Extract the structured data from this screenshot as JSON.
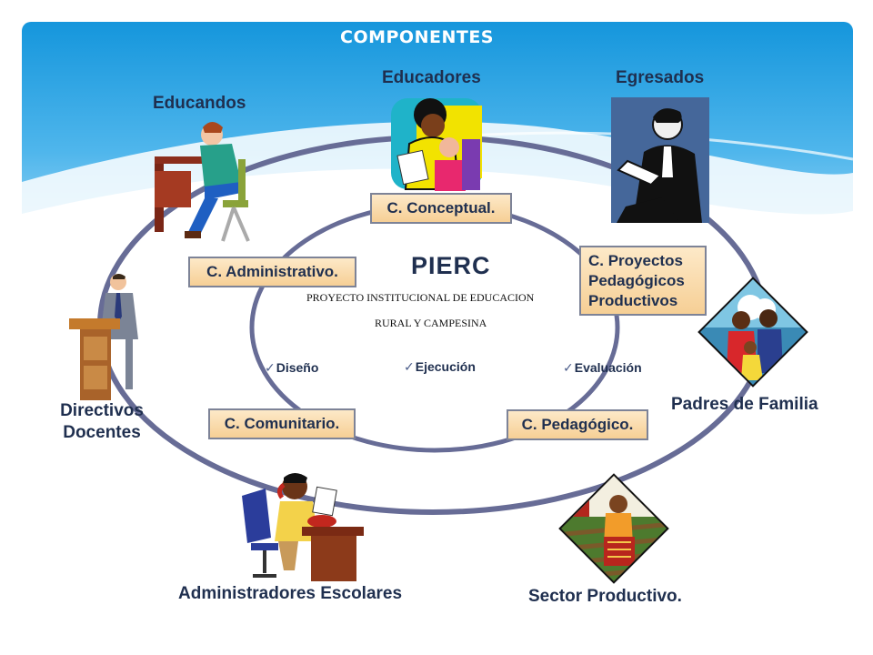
{
  "header": {
    "title": "COMPONENTES"
  },
  "center": {
    "acronym": "PIERC",
    "subtitle_line1": "PROYECTO  INSTITUCIONAL DE EDUCACION",
    "subtitle_line2": "RURAL Y CAMPESINA"
  },
  "phases": [
    {
      "label": "Diseño",
      "icon": "checkmark-icon"
    },
    {
      "label": "Ejecución",
      "icon": "checkmark-icon"
    },
    {
      "label": "Evaluación",
      "icon": "checkmark-icon"
    }
  ],
  "components": {
    "conceptual": "C. Conceptual.",
    "administrativo": "C. Administrativo.",
    "proyectos_line1": "C. Proyectos",
    "proyectos_line2": "Pedagógicos",
    "proyectos_line3": "Productivos",
    "comunitario": "C. Comunitario.",
    "pedagogico": "C. Pedagógico."
  },
  "actors": {
    "educandos": "Educandos",
    "educadores": "Educadores",
    "egresados": "Egresados",
    "directivos_line1": "Directivos",
    "directivos_line2": "Docentes",
    "padres": "Padres  de Familia",
    "administradores": "Administradores  Escolares",
    "sector": "Sector Productivo."
  },
  "colors": {
    "sky_top": "#1c9de0",
    "ellipse_stroke": "#676c96",
    "box_fill": "#f9dcae",
    "text_navy": "#1f2f4f"
  }
}
